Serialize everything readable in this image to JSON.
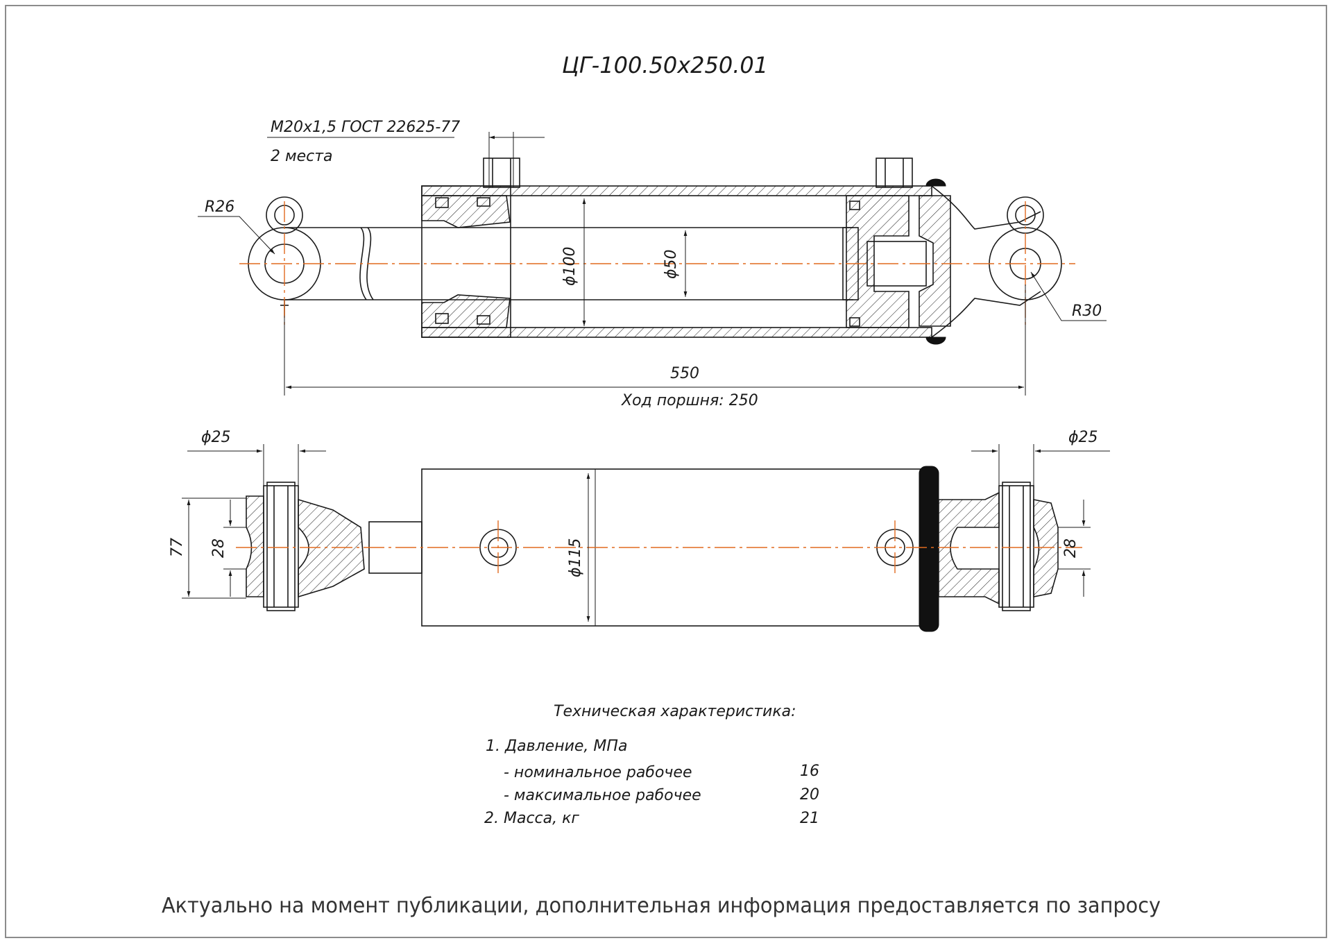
{
  "title": "ЦГ-100.50х250.01",
  "thread_note": {
    "line1": "M20x1,5 ГОСТ 22625-77",
    "line2": "2 места"
  },
  "dimensions": {
    "radius_left": "R26",
    "radius_right": "R30",
    "bore": "ϕ100",
    "rod": "ϕ50",
    "length": "550",
    "stroke": "Ход поршня: 250",
    "pin_left": "ϕ25",
    "pin_right": "ϕ25",
    "body_diameter": "ϕ115",
    "eye_width": "77",
    "eye_slot_left": "28",
    "eye_slot_right": "28"
  },
  "specs": {
    "heading": "Техническая характеристика:",
    "pressure": "1. Давление, МПа",
    "nominal_label": "- номинальное рабочее",
    "nominal_value": "16",
    "max_label": "- максимальное рабочее",
    "max_value": "20",
    "mass_label": "2. Масса, кг",
    "mass_value": "21"
  },
  "footer": "Актуально на момент публикации, дополнительная информация предоставляется по запросу",
  "colors": {
    "axis": "#e06a1f",
    "line": "#1a1a1a",
    "frame": "#8c8c8c"
  }
}
